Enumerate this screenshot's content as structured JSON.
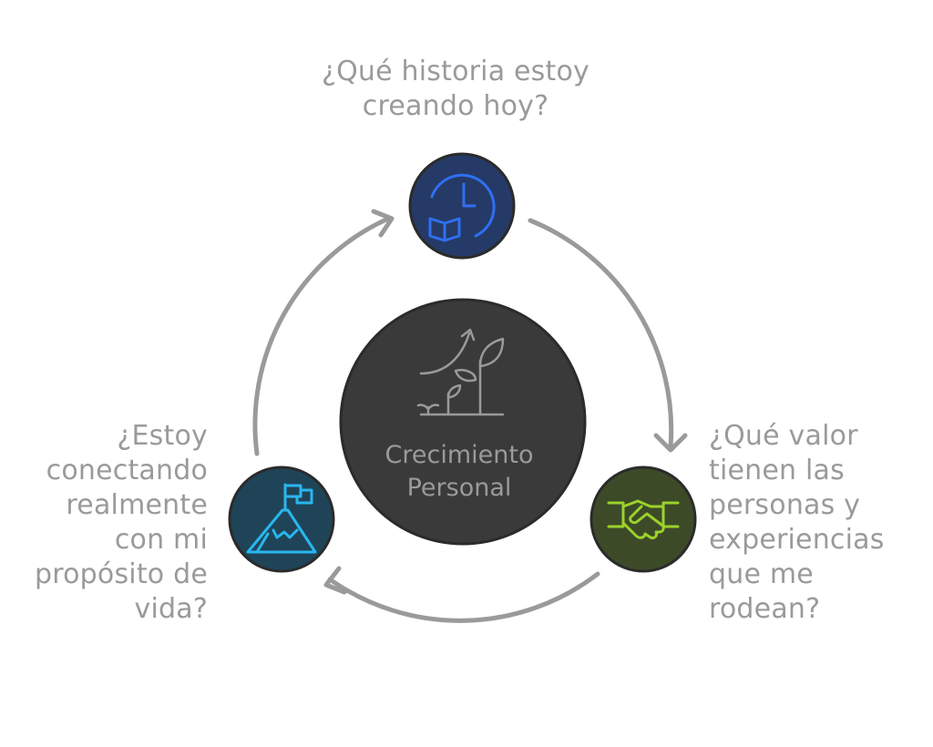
{
  "center": {
    "line1": "Crecimiento",
    "line2": "Personal",
    "icon": "plant-growth-icon"
  },
  "nodes": [
    {
      "id": "top",
      "icon": "clock-book-icon",
      "fill": "#253a66",
      "stroke": "#2f6ff2",
      "text": "¿Qué historia estoy\ncreando hoy?"
    },
    {
      "id": "right",
      "icon": "handshake-icon",
      "fill": "#3d4a28",
      "stroke": "#9bd22b",
      "text": "¿Qué valor\ntienen las\npersonas y\nexperiencias\nque me\nrodean?"
    },
    {
      "id": "left",
      "icon": "mountain-flag-icon",
      "fill": "#1f4458",
      "stroke": "#29b6ef",
      "text": "¿Estoy\nconectando\nrealmente\ncon mi\npropósito de\nvida?"
    }
  ],
  "colors": {
    "center_fill": "#3a3a3a",
    "outline": "#2b2b2b",
    "arrow": "#9a9a9a",
    "caption": "#9a9a9a"
  }
}
